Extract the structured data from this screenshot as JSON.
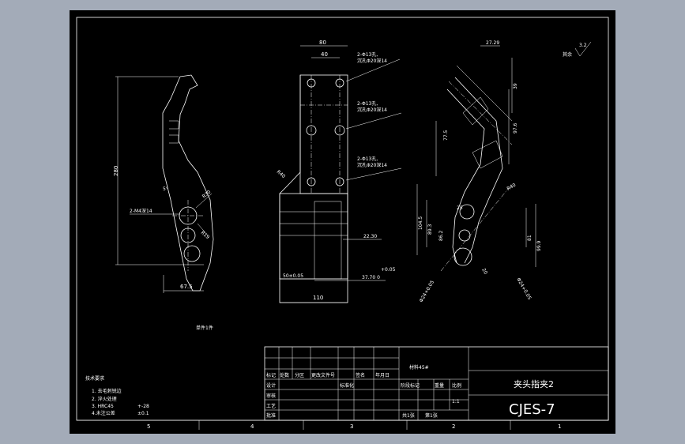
{
  "drawing": {
    "side_view": {
      "dim_height": "280",
      "dim_width": "67.5",
      "dim_radius_30": "R30",
      "dim_radius_19": "R19",
      "thread_note": "2-M4深14",
      "angle_note": "5°",
      "caption": "单件1件"
    },
    "front_view": {
      "dim_80": "80",
      "dim_40": "40",
      "hole_note_1a": "2-Φ13孔,",
      "hole_note_1b": "沉孔Φ20深14",
      "hole_note_2a": "2-Φ13孔,",
      "hole_note_2b": "沉孔Φ20深14",
      "hole_note_3a": "2-Φ13孔,",
      "hole_note_3b": "沉孔Φ20深14",
      "dim_r40": "R40",
      "dim_22": "22.30",
      "dim_50": "50±0.05",
      "dim_37": "37.70  0",
      "dim_tol": "+0.05",
      "dim_110": "110"
    },
    "detail_view": {
      "dim_27": "27.29",
      "dim_39": "39",
      "dim_976": "97.6",
      "dim_775": "77.5",
      "dim_r40": "R40",
      "dim_1045": "104.5",
      "dim_893": "89.3",
      "dim_862": "86.2",
      "dim_81": "81",
      "dim_999": "99.9",
      "dim_25": "25",
      "dim_20": "20",
      "dim_phi24a": "Φ24+0.05",
      "dim_phi24b": "Φ24+0.05",
      "surface_mark": "3.2",
      "surface_note": "其余"
    },
    "notes": {
      "heading": "技术要求",
      "item1": "1.  去毛刺锐边",
      "item2": "2.  淬火处理",
      "item3": "3.  HRC45",
      "item3_extra": "+-28",
      "item4": "4.未注公差",
      "item4_extra": "±0.1"
    },
    "title_block": {
      "material": "材料45#",
      "part_name": "夹头指夹2",
      "drawing_no": "CJES-7",
      "row_labels": [
        "标记",
        "设计",
        "审核",
        "工艺",
        "批准"
      ],
      "header_cells": [
        "处数",
        "分区",
        "更改文件号",
        "签名",
        "年月日"
      ],
      "std_label": "标准化",
      "stage_label": "阶段标记",
      "weight_label": "重量",
      "scale_label": "比例",
      "scale_value": "1:1",
      "sheet_total": "共1张",
      "sheet_no": "第1张"
    },
    "zones": [
      "5",
      "4",
      "3",
      "2",
      "1"
    ]
  },
  "colors": {
    "background": "#000000",
    "frame": "#a3abb8",
    "lines": "#ffffff"
  }
}
